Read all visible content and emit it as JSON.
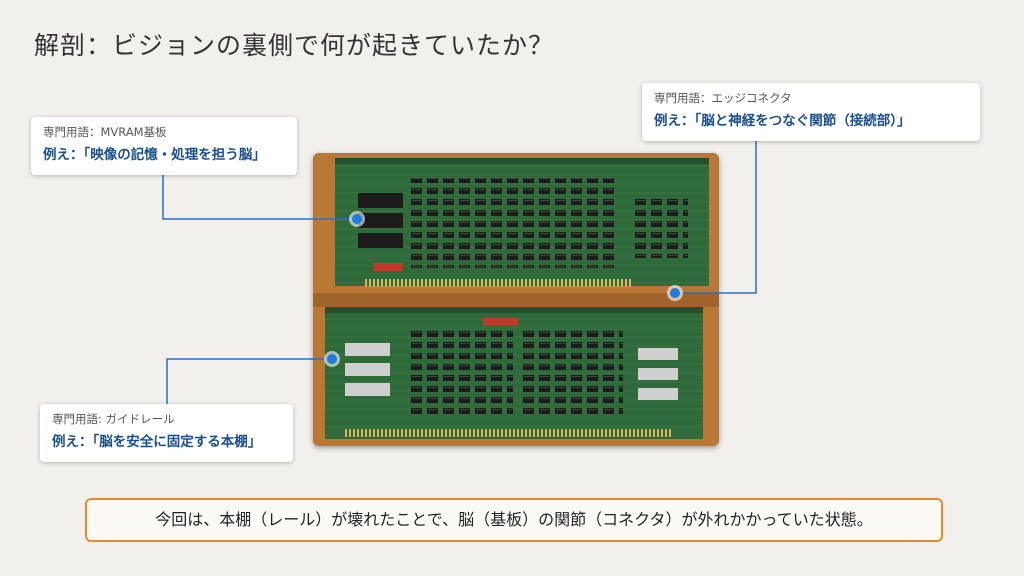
{
  "slide": {
    "title": "解剖：ビジョンの裏側で何が起きていたか？",
    "callouts": {
      "mvram": {
        "term": "専門用語：MVRAM基板",
        "example": "例え：「映像の記憶・処理を担う脳」"
      },
      "edge": {
        "term": "専門用語：エッジコネクタ",
        "example": "例え：「脳と神経をつなぐ関節（接続部）」"
      },
      "rail": {
        "term": "専門用語: ガイドレール",
        "example": "例え：「脳を安全に固定する本棚」"
      }
    },
    "summary": "今回は、本棚（レール）が壊れたことで、脳（基板）の関節（コネクタ）が外れかかっていた状態。"
  },
  "colors": {
    "accent_blue": "#1a4f8f",
    "marker_blue": "#1e7be0",
    "summary_border": "#e8892b",
    "board_green": "#2f6b3a"
  }
}
